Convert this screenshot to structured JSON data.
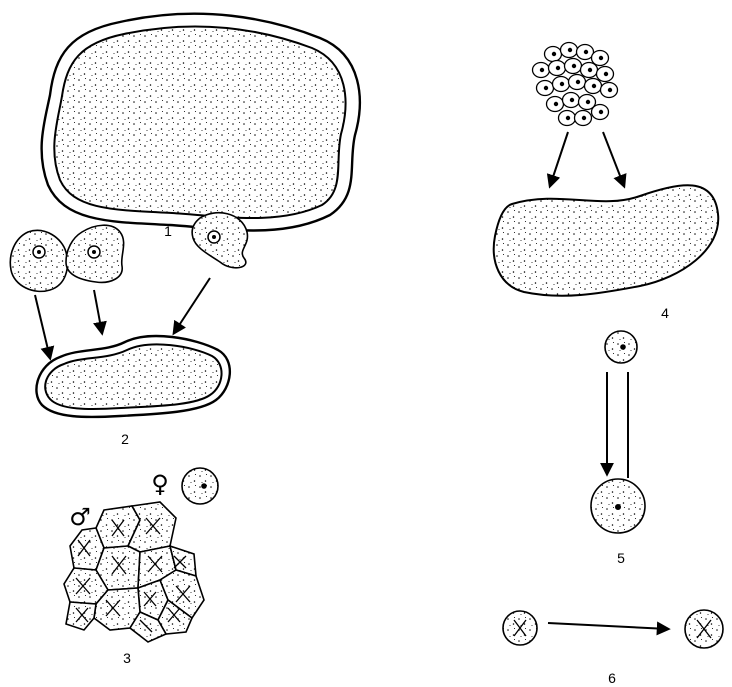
{
  "labels": {
    "p1": "1",
    "p2": "2",
    "p3": "3",
    "p4": "4",
    "p5": "5",
    "p6": "6"
  },
  "symbols": {
    "male": "♂",
    "female": "♀"
  }
}
